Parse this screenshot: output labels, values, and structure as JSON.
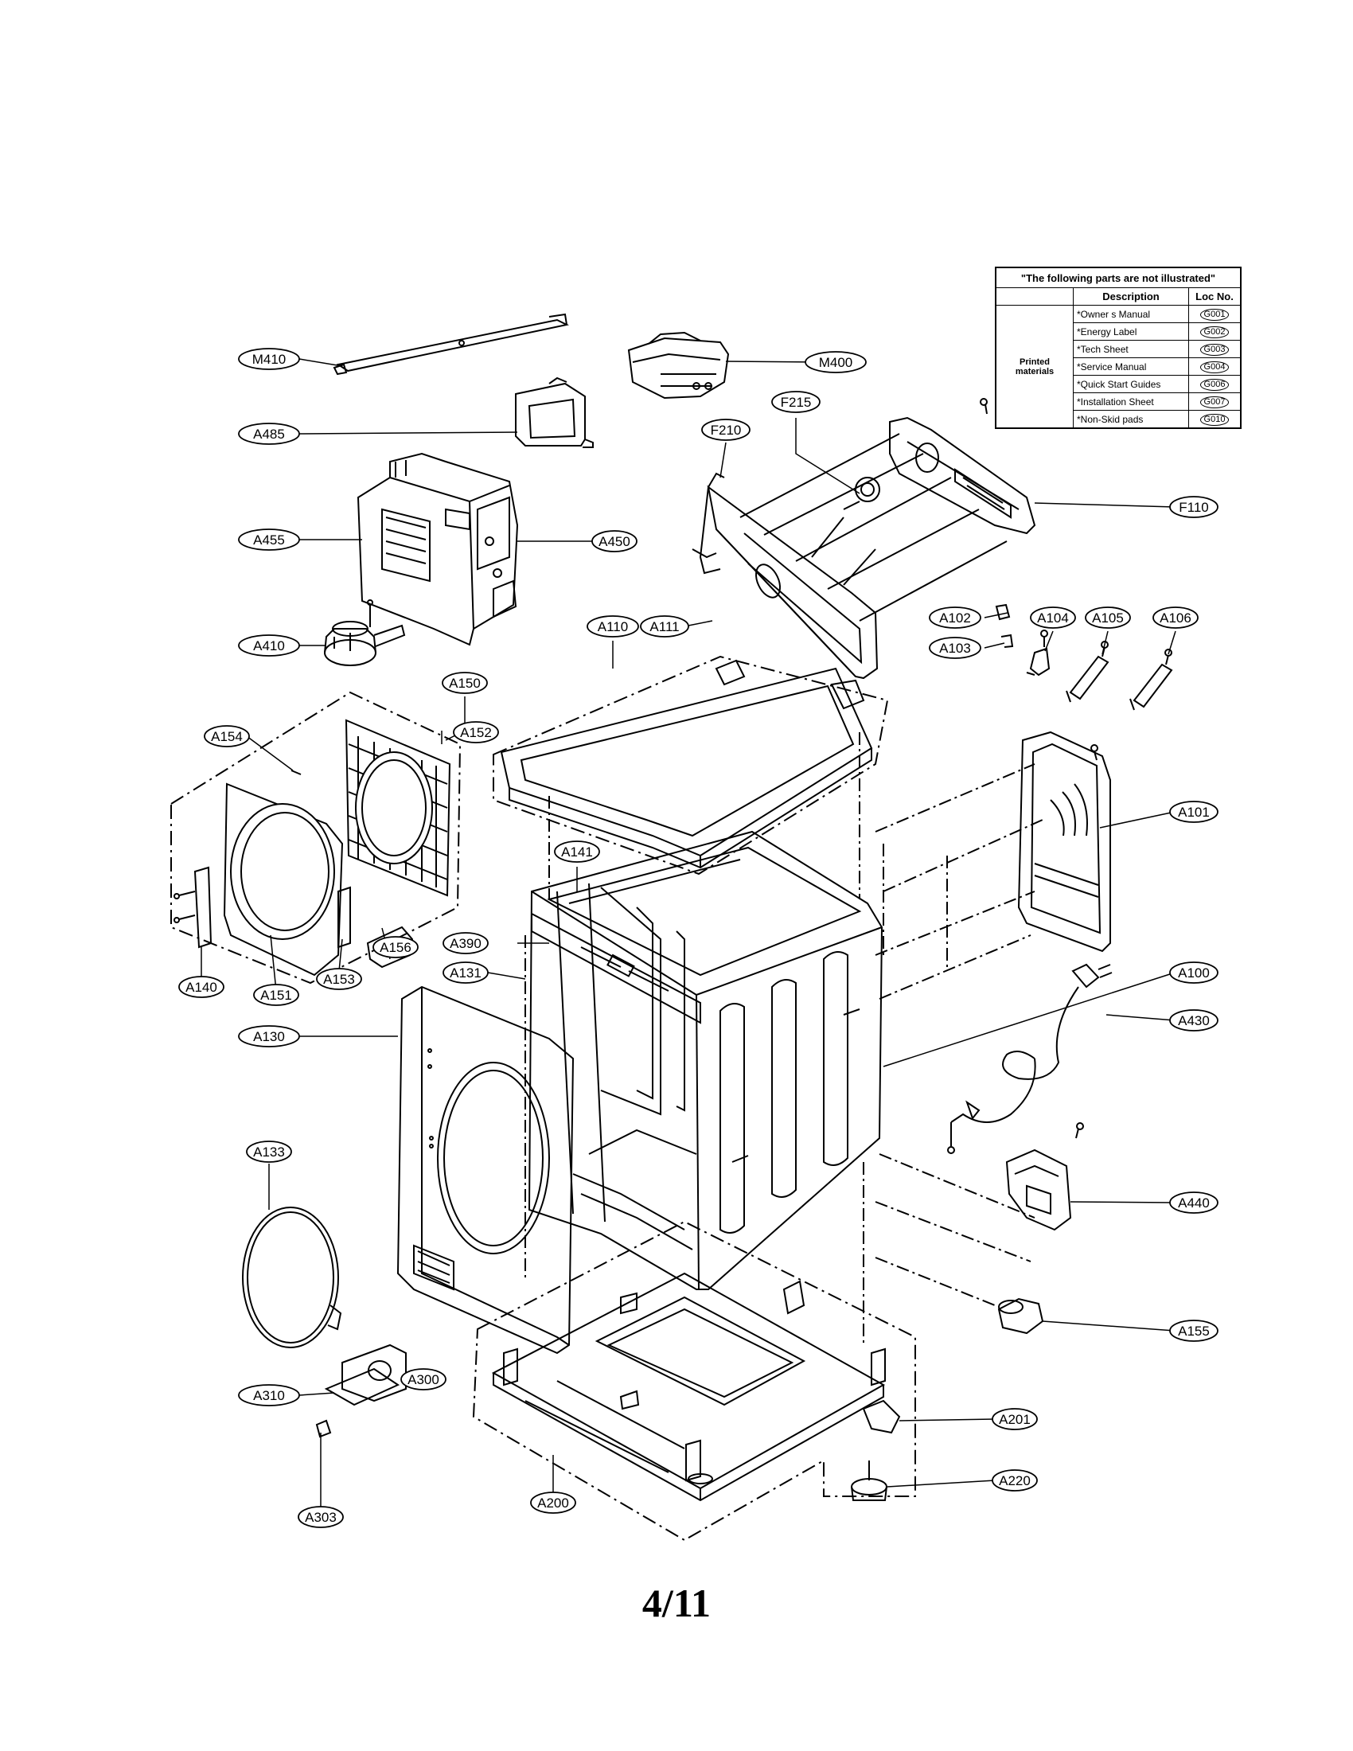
{
  "page_number": "4/11",
  "legend": {
    "title": "\"The following parts are not illustrated\"",
    "col_description": "Description",
    "col_loc": "Loc No.",
    "group_label": "Printed materials",
    "rows": [
      {
        "description": "*Owner s Manual",
        "loc": "G001"
      },
      {
        "description": "*Energy Label",
        "loc": "G002"
      },
      {
        "description": "*Tech Sheet",
        "loc": "G003"
      },
      {
        "description": "*Service Manual",
        "loc": "G004"
      },
      {
        "description": "*Quick Start Guides",
        "loc": "G006"
      },
      {
        "description": "*Installation Sheet",
        "loc": "G007"
      },
      {
        "description": "*Non-Skid  pads",
        "loc": "G010"
      }
    ]
  },
  "callouts": {
    "m410": "M410",
    "m400": "M400",
    "a485": "A485",
    "f215": "F215",
    "f210": "F210",
    "f110": "F110",
    "a455": "A455",
    "a450": "A450",
    "a410": "A410",
    "a102": "A102",
    "a104": "A104",
    "a105": "A105",
    "a106": "A106",
    "a103": "A103",
    "a110": "A110",
    "a111": "A111",
    "a150": "A150",
    "a154": "A154",
    "a152": "A152",
    "a101": "A101",
    "a141": "A141",
    "a156": "A156",
    "a390": "A390",
    "a131": "A131",
    "a140": "A140",
    "a151": "A151",
    "a153": "A153",
    "a100": "A100",
    "a430": "A430",
    "a130": "A130",
    "a133": "A133",
    "a440": "A440",
    "a155": "A155",
    "a300": "A300",
    "a310": "A310",
    "a201": "A201",
    "a220": "A220",
    "a303": "A303",
    "a200": "A200"
  }
}
